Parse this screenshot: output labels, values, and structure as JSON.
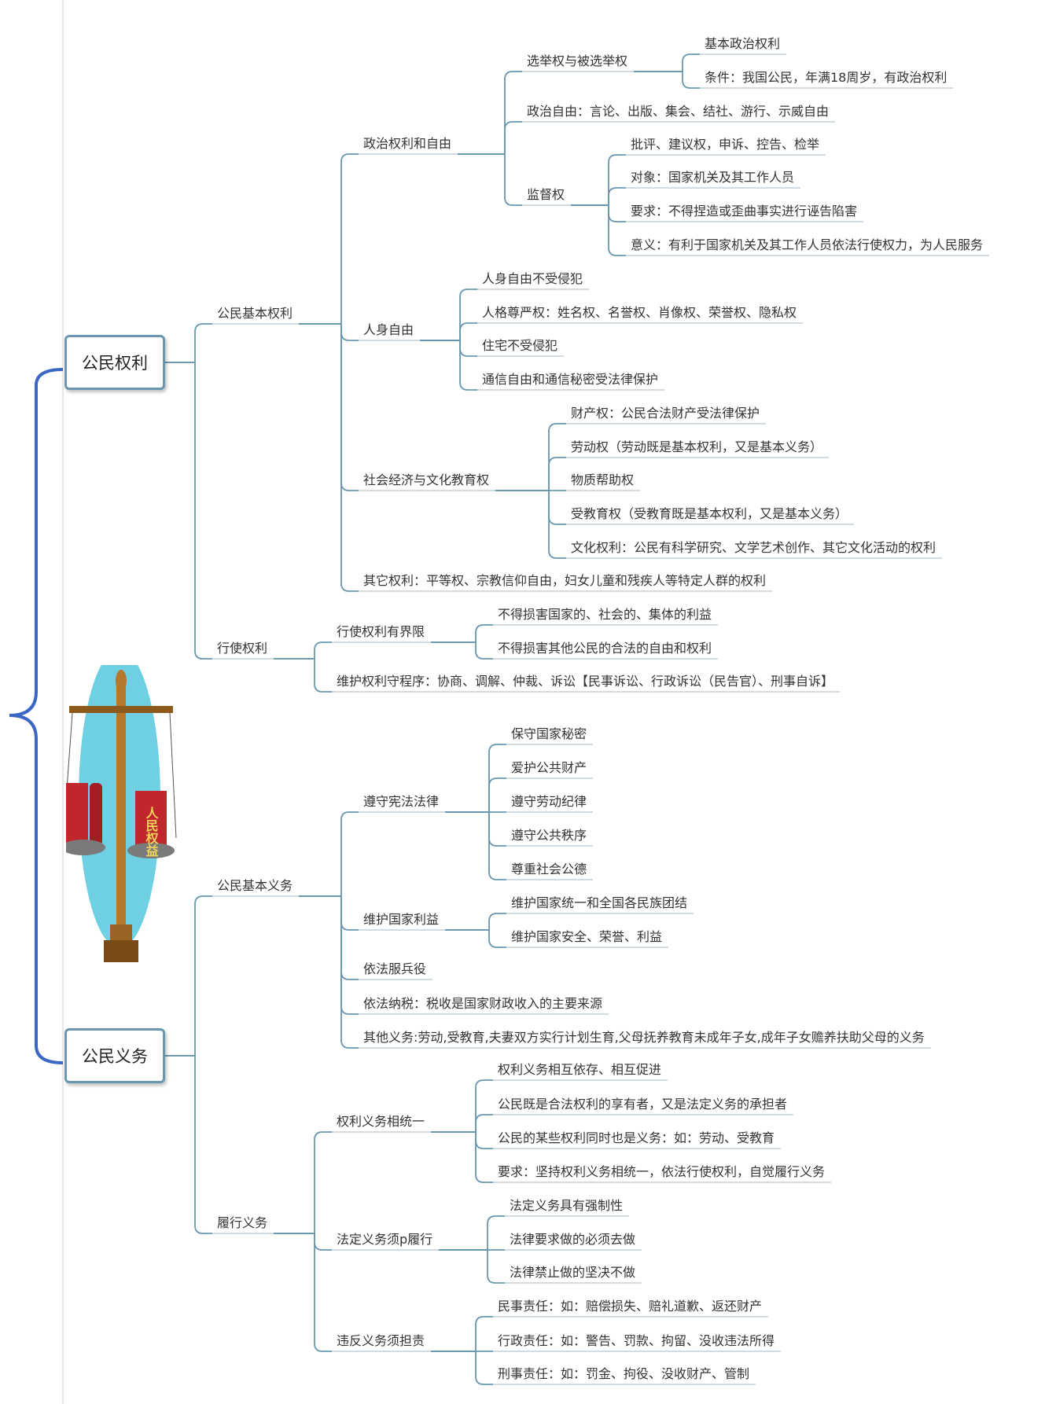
{
  "roots": [
    "公民权利",
    "公民义务"
  ],
  "badge_text": "人民权益",
  "colors": {
    "bracket": "#3b67c4",
    "line": "#6a97b0",
    "text": "#333333"
  },
  "nodes": {
    "n1": "公民基本权利",
    "n2": "政治权利和自由",
    "n3": "选举权与被选举权",
    "n4": "基本政治权利",
    "n5": "条件：我国公民，年满18周岁，有政治权利",
    "n6": "政治自由：言论、出版、集会、结社、游行、示威自由",
    "n7": "监督权",
    "n8": "批评、建议权，申诉、控告、检举",
    "n9": "对象：国家机关及其工作人员",
    "n10": "要求：不得捏造或歪曲事实进行诬告陷害",
    "n11": "意义：有利于国家机关及其工作人员依法行使权力，为人民服务",
    "n12": "人身自由",
    "n13": "人身自由不受侵犯",
    "n14": "人格尊严权：姓名权、名誉权、肖像权、荣誉权、隐私权",
    "n15": "住宅不受侵犯",
    "n16": "通信自由和通信秘密受法律保护",
    "n17": "社会经济与文化教育权",
    "n18": "财产权：公民合法财产受法律保护",
    "n19": "劳动权（劳动既是基本权利，又是基本义务）",
    "n20": "物质帮助权",
    "n21": "受教育权（受教育既是基本权利，又是基本义务）",
    "n22": "文化权利：公民有科学研究、文学艺术创作、其它文化活动的权利",
    "n23": "其它权利：平等权、宗教信仰自由，妇女儿童和残疾人等特定人群的权利",
    "n24": "行使权利",
    "n25": "行使权利有界限",
    "n26": "不得损害国家的、社会的、集体的利益",
    "n27": "不得损害其他公民的合法的自由和权利",
    "n28": "维护权利守程序：协商、调解、仲裁、诉讼【民事诉讼、行政诉讼（民告官）、刑事自诉】",
    "n29": "公民基本义务",
    "n30": "遵守宪法法律",
    "n31": "保守国家秘密",
    "n32": "爱护公共财产",
    "n33": "遵守劳动纪律",
    "n34": "遵守公共秩序",
    "n35": "尊重社会公德",
    "n36": "维护国家利益",
    "n37": "维护国家统一和全国各民族团结",
    "n38": "维护国家安全、荣誉、利益",
    "n39": "依法服兵役",
    "n40": "依法纳税：税收是国家财政收入的主要来源",
    "n41": "其他义务:劳动,受教育,夫妻双方实行计划生育,父母抚养教育未成年子女,成年子女赡养扶助父母的义务",
    "n42": "履行义务",
    "n43": "权利义务相统一",
    "n44": "权利义务相互依存、相互促进",
    "n45": "公民既是合法权利的享有者，又是法定义务的承担者",
    "n46": "公民的某些权利同时也是义务：如：劳动、受教育",
    "n47": "要求：坚持权利义务相统一，依法行使权利，自觉履行义务",
    "n48": "法定义务须p履行",
    "n49": "法定义务具有强制性",
    "n50": "法律要求做的必须去做",
    "n51": "法律禁止做的坚决不做",
    "n52": "违反义务须担责",
    "n53": "民事责任：如：赔偿损失、赔礼道歉、返还财产",
    "n54": "行政责任：如：警告、罚款、拘留、没收违法所得",
    "n55": "刑事责任：如：罚金、拘役、没收财产、管制"
  }
}
